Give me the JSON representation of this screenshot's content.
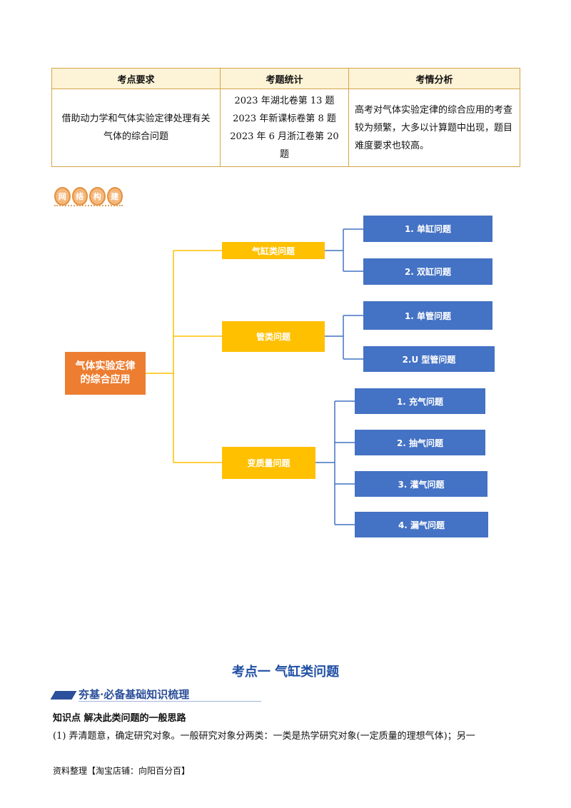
{
  "table": {
    "headers": [
      "考点要求",
      "考题统计",
      "考情分析"
    ],
    "requirement": "借助动力学和气体实验定律处理有关气体的综合问题",
    "stats": [
      "2023 年湖北卷第 13 题",
      "2023 年新课标卷第 8 题",
      "2023 年 6 月浙江卷第 20 题"
    ],
    "analysis": "高考对气体实验定律的综合应用的考查较为频繁，大多以计算题中出现，题目难度要求也较高。"
  },
  "badge": {
    "chars": [
      "网",
      "络",
      "构",
      "建"
    ]
  },
  "mindmap": {
    "root": "气体实验定律的综合应用",
    "categories": [
      {
        "label": "气缸类问题",
        "children": [
          "1. 单缸问题",
          "2. 双缸问题"
        ]
      },
      {
        "label": "管类问题",
        "children": [
          "1. 单管问题",
          "2.U 型管问题"
        ]
      },
      {
        "label": "变质量问题",
        "children": [
          "1. 充气问题",
          "2. 抽气问题",
          "3. 灌气问题",
          "4. 漏气问题"
        ]
      }
    ],
    "colors": {
      "root": "#ed7d31",
      "category": "#ffc000",
      "leaf": "#4472c4",
      "root_line": "#ffc000",
      "leaf_line": "#4472c4"
    }
  },
  "section": {
    "title": "考点一  气缸类问题",
    "subsection": "夯基·必备基础知识梳理",
    "knowledge_title": "知识点  解决此类问题的一般思路",
    "paragraph": "(1) 弄清题意，确定研究对象。一般研究对象分两类：一类是热学研究对象(一定质量的理想气体)；另一"
  },
  "footer": "资料整理【淘宝店铺：向阳百分百】"
}
